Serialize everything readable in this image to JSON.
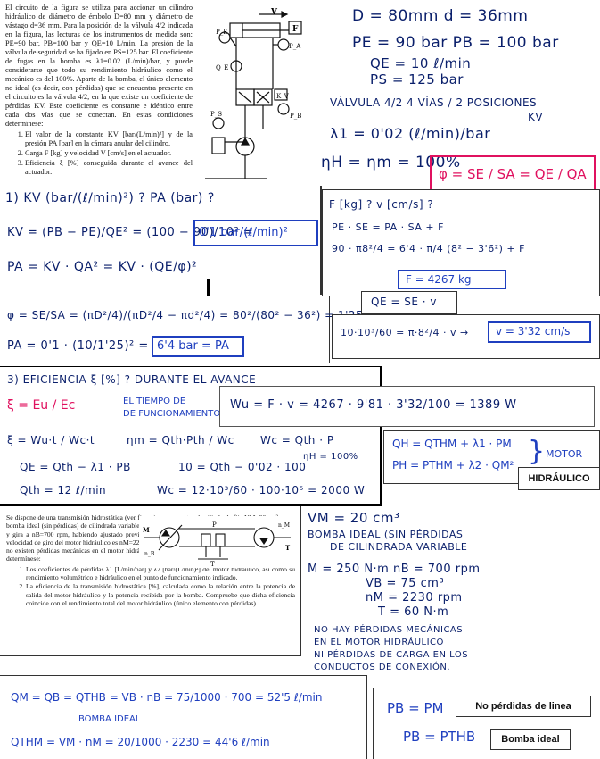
{
  "problem1": {
    "intro": "El circuito de la figura se utiliza para accionar un cilindro hidráulico de diámetro de émbolo D=80 mm y diámetro de vástago d=36 mm. Para la posición de la válvula 4/2 indicada en la figura, las lecturas de los instrumentos de medida son: PE=90 bar, PB=100 bar y QE=10 L/min. La presión de la válvula de seguridad se ha fijado en PS=125 bar. El coeficiente de fugas en la bomba es λ1=0.02 (L/min)/bar, y puede considerarse que todo su rendimiento hidráulico como el mecánico es del 100%. Aparte de la bomba, el único elemento no ideal (es decir, con pérdidas) que se encuentra presente en el circuito es la válvula 4/2, en la que existe un coeficiente de pérdidas KV. Este coeficiente es constante e idéntico entre cada dos vías que se conectan. En estas condiciones determínese:",
    "questions": [
      "El valor de la constante KV [bar/(L/min)²] y de la presión PA [bar] en la cámara anular del cilindro.",
      "Carga F [kg] y velocidad V [cm/s] en el actuador.",
      "Eficiencia ξ [%] conseguida durante el avance del actuador."
    ],
    "diagram_labels": {
      "V": "V",
      "F": "F",
      "PE": "P_E",
      "PA": "P_A",
      "QE": "Q_E",
      "KV": "K_V",
      "PB": "P_B",
      "PS": "P_S"
    }
  },
  "notes_top": {
    "l1": "D = 80mm    d = 36mm",
    "l2": "PE = 90 bar   PB = 100 bar",
    "l3": "QE = 10 ℓ/min",
    "l4": "PS = 125 bar",
    "l5": "VÁLVULA 4/2      4 VÍAS / 2 POSICIONES",
    "l5b": "KV",
    "l6": "λ1 = 0'02 (ℓ/min)/bar",
    "l7": "ηH = ηm = 100%",
    "phi": "φ = SE / SA = QE / QA"
  },
  "section1": {
    "heading": "1)  KV (bar/(ℓ/min)²) ?      PA (bar) ?",
    "kv_eq": "KV = (PB − PE)/QE² = (100 − 90)/10² =",
    "kv_res": "0'1 bar/(ℓ/min)²",
    "pa_eq": "PA = KV · QA² = KV · (QE/φ)²",
    "phi_eq": "φ = SE/SA = (πD²/4)/(πD²/4 − πd²/4) = 80²/(80² − 36²) = 1'25",
    "pa_num": "PA = 0'1 · (10/1'25)² =",
    "pa_res": "6'4 bar = PA"
  },
  "section2": {
    "heading": "F [kg] ?   v [cm/s] ?",
    "f1": "PE · SE = PA · SA + F",
    "f2": "90 · π8²/4 = 6'4 · π/4 (8² − 3'6²) + F",
    "f_res": "F = 4267 kg",
    "q_eq": "QE = SE · v",
    "v_eq": "10·10³/60 = π·8²/4 · v  →",
    "v_res": "v = 3'32 cm/s"
  },
  "section3": {
    "heading": "3)  EFICIENCIA ξ [%] ?    DURANTE EL AVANCE",
    "xi": "ξ = Eu / Ec",
    "note1": "EL TIEMPO DE",
    "note2": "DE FUNCIONAMIENTO",
    "wu": "Wu = F · v = 4267 · 9'81 · 3'32/100 = 1389 W",
    "xi2": "ξ = Wu·t / Wc·t",
    "etam": "ηm = Qth·Pth / Wc",
    "wc": "Wc = Qth · P",
    "etah": "ηH = 100%",
    "qe": "QE = Qth − λ1 · PB",
    "ten": "10 = Qth − 0'02 · 100",
    "qth": "Qth = 12 ℓ/min",
    "wc2": "Wc = 12·10³/60 · 100·10⁵ = 2000 W"
  },
  "motor_box": {
    "qm": "QH = QTHM + λ1 · PM",
    "pm": "PH = PTHM + λ2 · QM²",
    "label": "MOTOR",
    "label2": "HIDRÁULICO"
  },
  "problem2": {
    "intro": "Se dispone de una transmisión hidrostática (ver figura) con un motor de cilindrada fija VM=20 cm³ y una bomba ideal (sin pérdidas) de cilindrada variable. Cuando la bomba recibe un par de entrada M=250 N·m y gira a nB=700 rpm, habiendo ajustado previamente su cilindrada a VB=75 cm³, se observa que la velocidad de giro del motor hidráulico es nM=2230 rpm cuando mueve un par T=60 N·m. Asumiendo que no existen pérdidas mecánicas en el motor hidráulico ni pérdidas de carga en los conductos de conexión determínese:",
    "questions": [
      "Los coeficientes de pérdidas λ1 [L/min/bar] y λ2 [bar/(L/min)²] del motor hidráulico, así como su rendimiento volumétrico e hidráulico en el punto de funcionamiento indicado.",
      "La eficiencia de la transmisión hidrostática [%], calculada como la relación entre la potencia de salida del motor hidráulico y la potencia recibida por la bomba. Compruebe que dicha eficiencia coincide con el rendimiento total del motor hidráulico (único elemento con pérdidas)."
    ],
    "diagram_labels": {
      "M": "M",
      "nB": "n_B",
      "P": "P",
      "T": "T",
      "nM": "n_M"
    }
  },
  "notes_bottom": {
    "vm": "VM = 20 cm³",
    "b1": "BOMBA IDEAL (SIN PÉRDIDAS",
    "b2": "DE CILINDRADA VARIABLE",
    "m": "M = 250 N·m    nB = 700 rpm",
    "vb": "VB = 75 cm³",
    "nm": "nM = 2230 rpm",
    "t": "T = 60 N·m",
    "n1": "NO HAY PÉRDIDAS MECÁNICAS",
    "n2": "EN EL MOTOR HIDRÁULICO",
    "n3": "NI PÉRDIDAS DE CARGA EN LOS",
    "n4": "CONDUCTOS DE CONEXIÓN."
  },
  "final": {
    "qm": "QM = QB = QTHB = VB · nB = 75/1000 · 700 = 52'5 ℓ/min",
    "bomba": "BOMBA IDEAL",
    "qthm": "QTHM = VM · nM = 20/1000 · 2230 = 44'6 ℓ/min",
    "pb": "PB = PM",
    "pb2": "PB = PTHB",
    "lbl1": "No pérdidas de linea",
    "lbl2": "Bomba ideal"
  }
}
